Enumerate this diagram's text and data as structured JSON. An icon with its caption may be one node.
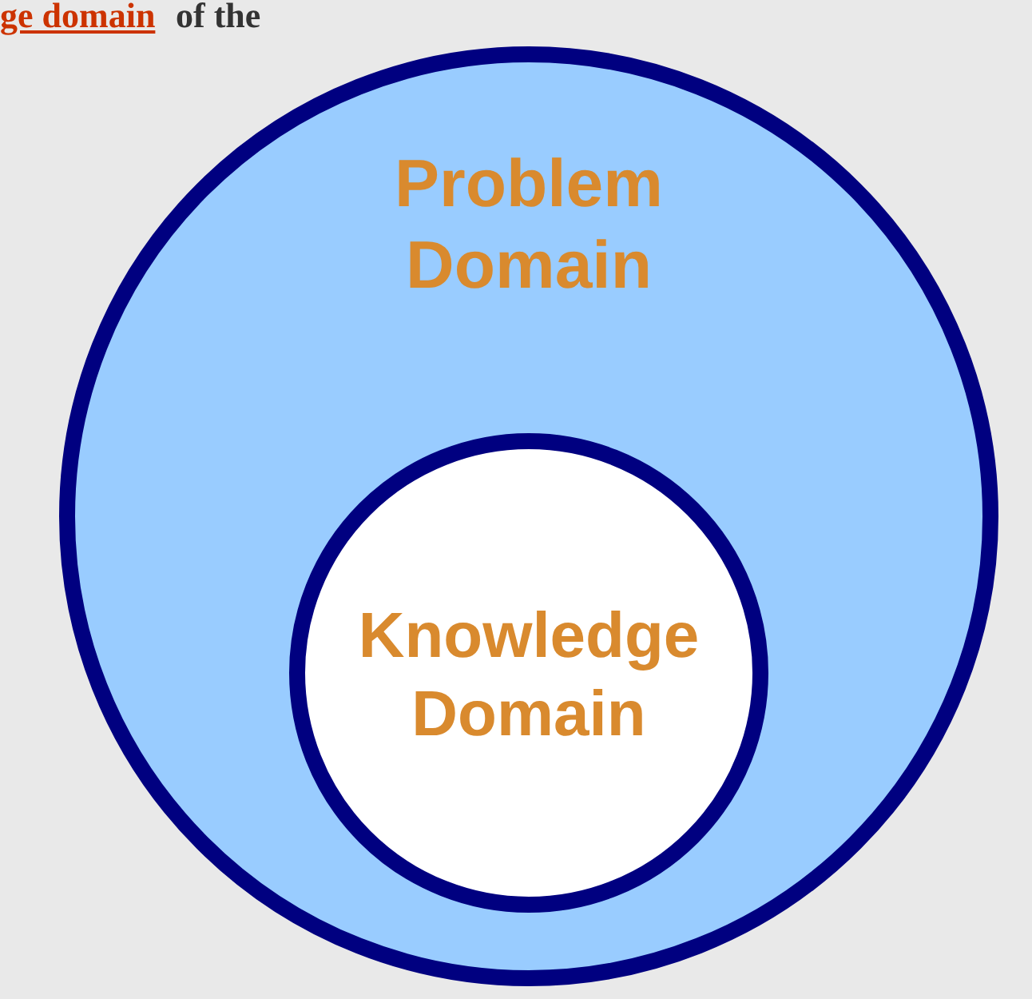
{
  "diagram": {
    "nodes": [
      {
        "text": [
          "Problem Domain"
        ]
      },
      {
        "text": [
          "Knowledge Domain"
        ],
        "in": 0
      }
    ],
    "labels": [
      "ge domain",
      "of the"
    ]
  }
}
